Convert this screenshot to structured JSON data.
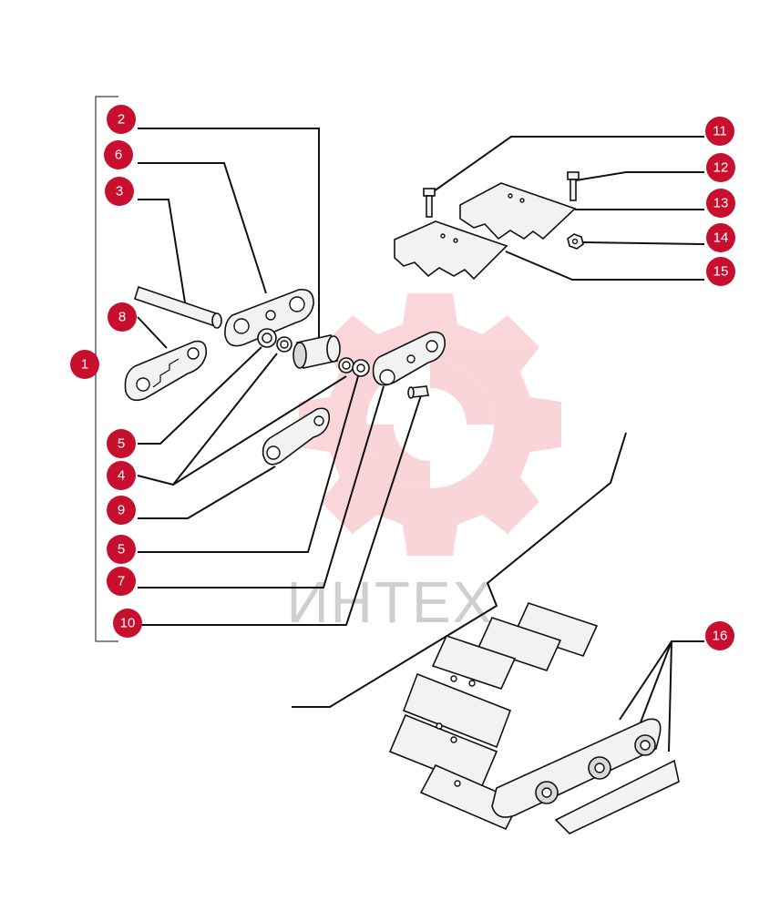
{
  "watermark": {
    "text": "ИНТЕХ"
  },
  "callouts": [
    {
      "id": "c2",
      "label": "2"
    },
    {
      "id": "c6",
      "label": "6"
    },
    {
      "id": "c3",
      "label": "3"
    },
    {
      "id": "c8",
      "label": "8"
    },
    {
      "id": "c1",
      "label": "1"
    },
    {
      "id": "c5a",
      "label": "5"
    },
    {
      "id": "c4",
      "label": "4"
    },
    {
      "id": "c9",
      "label": "9"
    },
    {
      "id": "c5b",
      "label": "5"
    },
    {
      "id": "c7",
      "label": "7"
    },
    {
      "id": "c10",
      "label": "10"
    },
    {
      "id": "c11",
      "label": "11"
    },
    {
      "id": "c12",
      "label": "12"
    },
    {
      "id": "c13",
      "label": "13"
    },
    {
      "id": "c14",
      "label": "14"
    },
    {
      "id": "c15",
      "label": "15"
    },
    {
      "id": "c16",
      "label": "16"
    }
  ]
}
